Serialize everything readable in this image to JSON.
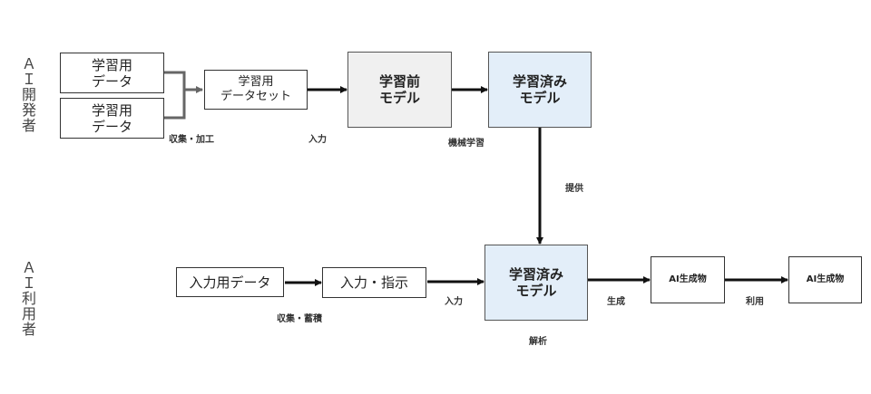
{
  "lanes": {
    "developer": "Ａ\nＩ\n開\n発\n者",
    "user": "Ａ\nＩ\n利\n用\n者"
  },
  "nodes": {
    "data1": "学習用\nデータ",
    "data2": "学習用\nデータ",
    "dataset": "学習用\nデータセット",
    "pre_model": "学習前\nモデル",
    "trained_model_dev": "学習済み\nモデル",
    "input_data": "入力用データ",
    "input_instruction": "入力・指示",
    "trained_model_use": "学習済み\nモデル",
    "ai_output1": "AI生成物",
    "ai_output2": "AI生成物"
  },
  "edge_labels": {
    "collect_process": "収集・加工",
    "input_dev": "入力",
    "machine_learning": "機械学習",
    "provide": "提供",
    "collect_accumulate": "収集・蓄積",
    "input_use": "入力",
    "analysis": "解析",
    "generate": "生成",
    "use": "利用"
  },
  "colors": {
    "pre_model_fill": "#f0f0f0",
    "trained_model_fill": "#e3eef9",
    "merge_connector": "#666666",
    "arrow": "#111111"
  }
}
